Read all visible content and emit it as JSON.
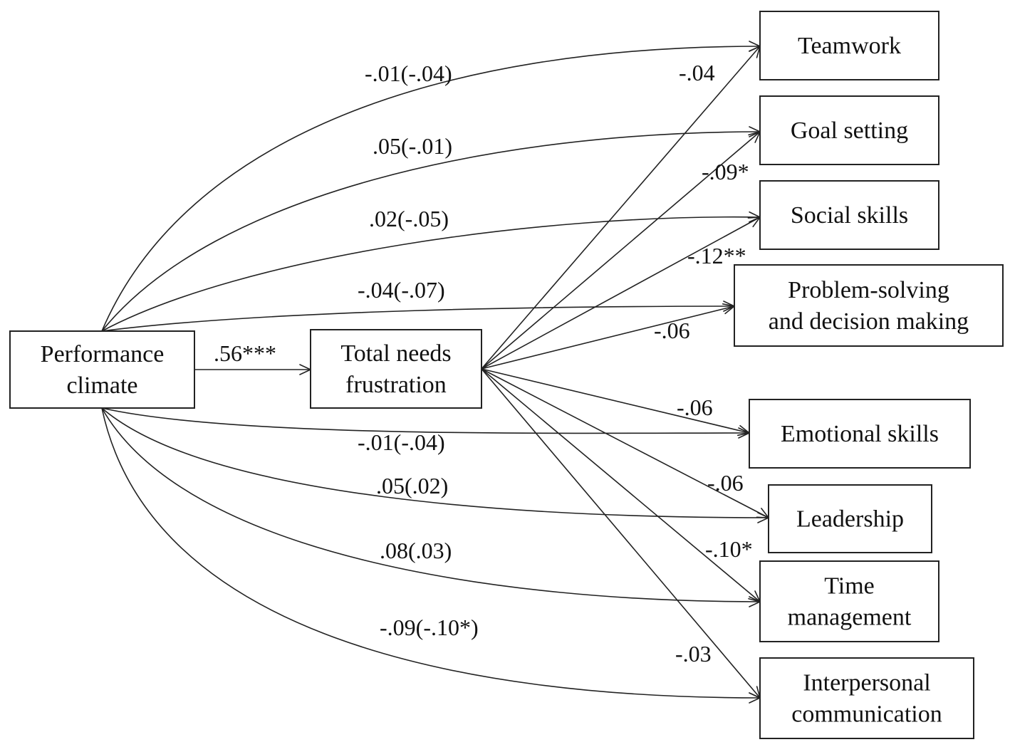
{
  "nodes": {
    "performance_climate": {
      "lines": [
        "Performance",
        "climate"
      ]
    },
    "total_needs_frustration": {
      "lines": [
        "Total needs",
        "frustration"
      ]
    },
    "teamwork": {
      "lines": [
        "Teamwork"
      ]
    },
    "goal_setting": {
      "lines": [
        "Goal setting"
      ]
    },
    "social_skills": {
      "lines": [
        "Social skills"
      ]
    },
    "problem_solving": {
      "lines": [
        "Problem-solving",
        "and decision making"
      ]
    },
    "emotional_skills": {
      "lines": [
        "Emotional skills"
      ]
    },
    "leadership": {
      "lines": [
        "Leadership"
      ]
    },
    "time_management": {
      "lines": [
        "Time",
        "management"
      ]
    },
    "interpersonal_communication": {
      "lines": [
        "Interpersonal",
        "communication"
      ]
    }
  },
  "mediator_path": {
    "from": "performance_climate",
    "to": "total_needs_frustration",
    "coefficient": ".56***"
  },
  "direct_paths": [
    {
      "to": "teamwork",
      "coefficient": "-.01(-.04)"
    },
    {
      "to": "goal_setting",
      "coefficient": ".05(-.01)"
    },
    {
      "to": "social_skills",
      "coefficient": ".02(-.05)"
    },
    {
      "to": "problem_solving",
      "coefficient": "-.04(-.07)"
    },
    {
      "to": "emotional_skills",
      "coefficient": "-.01(-.04)"
    },
    {
      "to": "leadership",
      "coefficient": ".05(.02)"
    },
    {
      "to": "time_management",
      "coefficient": ".08(.03)"
    },
    {
      "to": "interpersonal_communication",
      "coefficient": "-.09(-.10*)"
    }
  ],
  "mediator_outcome_paths": [
    {
      "to": "teamwork",
      "coefficient": "-.04"
    },
    {
      "to": "goal_setting",
      "coefficient": "-.09*"
    },
    {
      "to": "social_skills",
      "coefficient": "-.12**"
    },
    {
      "to": "problem_solving",
      "coefficient": "-.06"
    },
    {
      "to": "emotional_skills",
      "coefficient": "-.06"
    },
    {
      "to": "leadership",
      "coefficient": "-.06"
    },
    {
      "to": "time_management",
      "coefficient": "-.10*"
    },
    {
      "to": "interpersonal_communication",
      "coefficient": "-.03"
    }
  ]
}
